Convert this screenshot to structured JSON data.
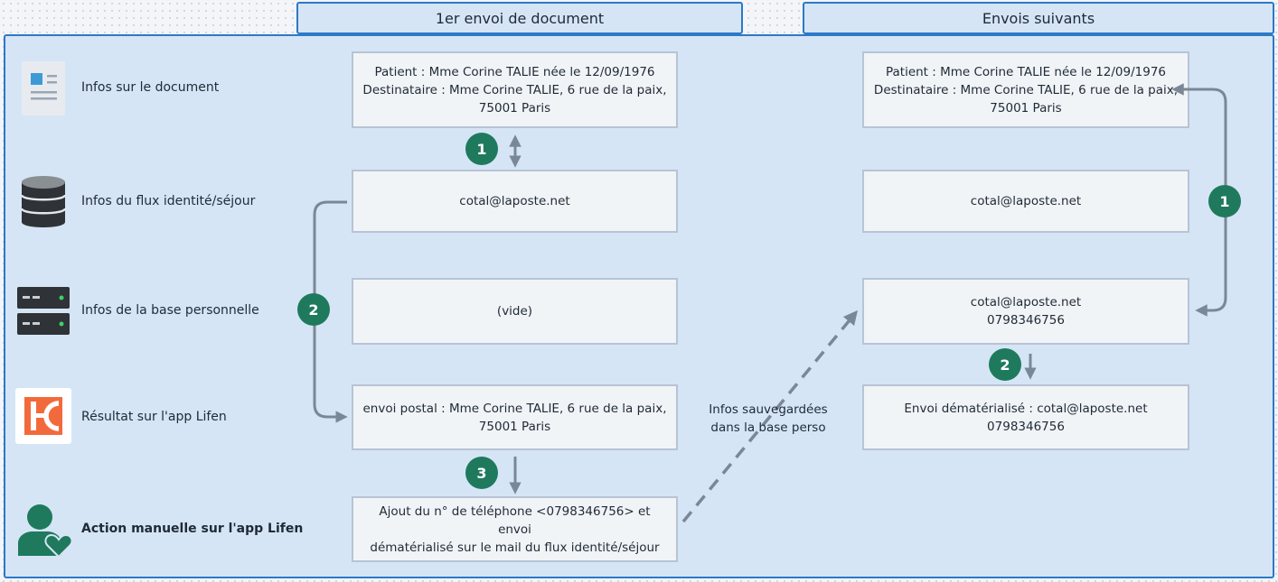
{
  "headers": {
    "first": "1er envoi de document",
    "next": "Envois suivants"
  },
  "rows": [
    {
      "label": "Infos sur le document",
      "icon": "document-icon"
    },
    {
      "label": "Infos du flux identité/séjour",
      "icon": "database-icon"
    },
    {
      "label": "Infos de la base personnelle",
      "icon": "server-icon"
    },
    {
      "label": "Résultat sur l'app Lifen",
      "icon": "lifen-logo-icon"
    },
    {
      "label": "Action manuelle sur l'app Lifen",
      "icon": "user-heart-icon"
    }
  ],
  "first_column": {
    "document": [
      "Patient : Mme Corine TALIE née le 12/09/1976",
      "Destinataire : Mme Corine TALIE, 6 rue de la paix,",
      "75001 Paris"
    ],
    "flux": "cotal@laposte.net",
    "base": "(vide)",
    "result": [
      "envoi postal : Mme Corine TALIE, 6 rue de la paix,",
      "75001 Paris"
    ],
    "action": [
      "Ajout du n° de téléphone <0798346756> et envoi",
      "dématérialisé sur le mail du flux identité/séjour"
    ]
  },
  "next_column": {
    "document": [
      "Patient : Mme Corine TALIE née le 12/09/1976",
      "Destinataire : Mme Corine TALIE, 6 rue de la paix,",
      "75001 Paris"
    ],
    "flux": "cotal@laposte.net",
    "base": [
      "cotal@laposte.net",
      "0798346756"
    ],
    "result": [
      "Envoi dématérialisé : cotal@laposte.net",
      "0798346756"
    ]
  },
  "note": [
    "Infos sauvegardées",
    "dans la base perso"
  ],
  "badges": {
    "first_step1": "1",
    "first_step2": "2",
    "first_step3": "3",
    "next_step1": "1",
    "next_step2": "2"
  },
  "colors": {
    "panel_bg": "#d5e5f6",
    "panel_border": "#2c79c7",
    "badge": "#1f7a5d",
    "arrow": "#7a8796",
    "lifen_orange": "#f26a3c"
  }
}
